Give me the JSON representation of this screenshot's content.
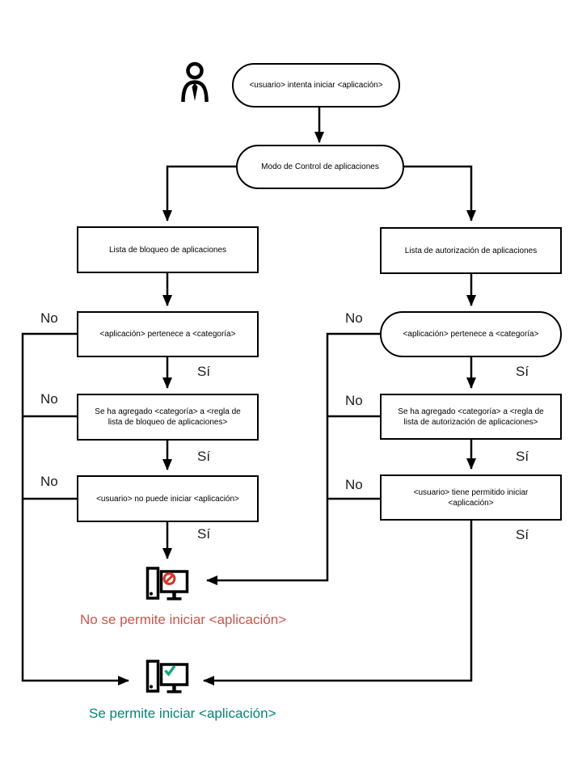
{
  "diagram": {
    "nodes": {
      "start": {
        "label": "<usuario> intenta iniciar <aplicación>",
        "shape": "stadium"
      },
      "mode": {
        "label": "Modo de Control de aplicaciones",
        "shape": "stadium"
      },
      "denylist": {
        "label": "Lista de bloqueo de aplicaciones",
        "shape": "rect"
      },
      "deny_category": {
        "label": "<aplicación> pertenece a <categoría>",
        "shape": "rect"
      },
      "deny_rule": {
        "label": "Se ha agregado <categoría> a <regla de lista de bloqueo de aplicaciones>",
        "shape": "rect"
      },
      "deny_result": {
        "label": "<usuario> no puede iniciar <aplicación>",
        "shape": "rect"
      },
      "allowlist": {
        "label": "Lista de autorización de aplicaciones",
        "shape": "rect"
      },
      "allow_category": {
        "label": "<aplicación> pertenece a <categoría>",
        "shape": "stadium"
      },
      "allow_rule": {
        "label": "Se ha agregado <categoría> a <regla de lista de autorización de aplicaciones>",
        "shape": "rect"
      },
      "allow_result": {
        "label": "<usuario> tiene permitido iniciar <aplicación>",
        "shape": "rect"
      }
    },
    "labels": {
      "yes": "Sí",
      "no": "No"
    },
    "outcomes": {
      "blocked": {
        "label": "No se permite iniciar <aplicación>",
        "color": "#cd544b"
      },
      "allowed": {
        "label": "Se permite iniciar <aplicación>",
        "color": "#00857a"
      }
    },
    "icons": {
      "person": {
        "name": "person-icon",
        "color": "#000000"
      },
      "blocked_computer": {
        "name": "computer-blocked-icon",
        "badge": "prohibition-sign",
        "badge_color": "#d5352b"
      },
      "allowed_computer": {
        "name": "computer-allowed-icon",
        "badge": "check-mark",
        "badge_color": "#12a97e"
      }
    },
    "line_color": "#000000"
  }
}
